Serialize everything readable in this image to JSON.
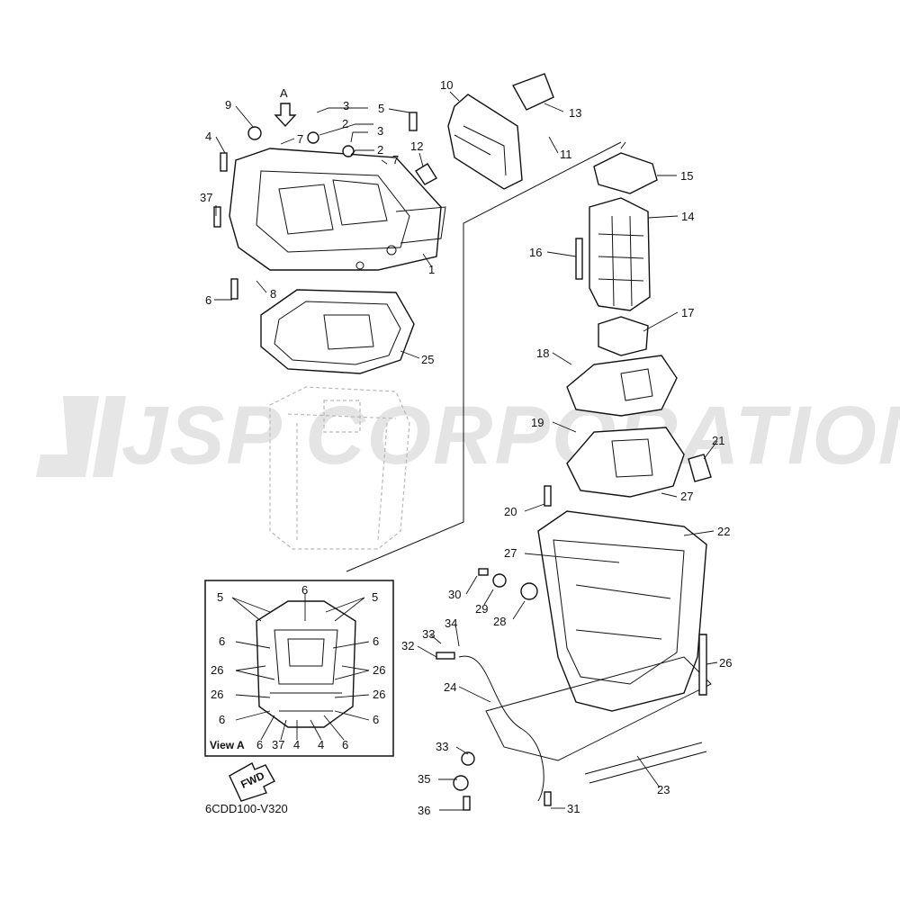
{
  "diagram": {
    "drawing_code": "6CDD100-V320",
    "watermark": "JSP CORPORATION",
    "view_label": "View A",
    "arrow_view": "A",
    "fwd_label": "FWD"
  },
  "callouts": [
    {
      "id": "c1",
      "text": "1"
    },
    {
      "id": "c2a",
      "text": "2"
    },
    {
      "id": "c2b",
      "text": "2"
    },
    {
      "id": "c3a",
      "text": "3"
    },
    {
      "id": "c3b",
      "text": "3"
    },
    {
      "id": "c4",
      "text": "4"
    },
    {
      "id": "c5",
      "text": "5"
    },
    {
      "id": "c6a",
      "text": "6"
    },
    {
      "id": "c7a",
      "text": "7"
    },
    {
      "id": "c7b",
      "text": "7"
    },
    {
      "id": "c8",
      "text": "8"
    },
    {
      "id": "c9",
      "text": "9"
    },
    {
      "id": "c10",
      "text": "10"
    },
    {
      "id": "c11",
      "text": "11"
    },
    {
      "id": "c12",
      "text": "12"
    },
    {
      "id": "c13",
      "text": "13"
    },
    {
      "id": "c14",
      "text": "14"
    },
    {
      "id": "c15",
      "text": "15"
    },
    {
      "id": "c16",
      "text": "16"
    },
    {
      "id": "c17",
      "text": "17"
    },
    {
      "id": "c18",
      "text": "18"
    },
    {
      "id": "c19",
      "text": "19"
    },
    {
      "id": "c20",
      "text": "20"
    },
    {
      "id": "c21",
      "text": "21"
    },
    {
      "id": "c22",
      "text": "22"
    },
    {
      "id": "c23",
      "text": "23"
    },
    {
      "id": "c24",
      "text": "24"
    },
    {
      "id": "c25",
      "text": "25"
    },
    {
      "id": "c26",
      "text": "26"
    },
    {
      "id": "c27a",
      "text": "27"
    },
    {
      "id": "c27b",
      "text": "27"
    },
    {
      "id": "c28",
      "text": "28"
    },
    {
      "id": "c29",
      "text": "29"
    },
    {
      "id": "c30",
      "text": "30"
    },
    {
      "id": "c31",
      "text": "31"
    },
    {
      "id": "c32",
      "text": "32"
    },
    {
      "id": "c33a",
      "text": "33"
    },
    {
      "id": "c33b",
      "text": "33"
    },
    {
      "id": "c34",
      "text": "34"
    },
    {
      "id": "c35",
      "text": "35"
    },
    {
      "id": "c36",
      "text": "36"
    },
    {
      "id": "c37",
      "text": "37"
    }
  ],
  "view_a_callouts": [
    {
      "id": "v5l",
      "text": "5"
    },
    {
      "id": "v6t",
      "text": "6"
    },
    {
      "id": "v5r",
      "text": "5"
    },
    {
      "id": "v6l1",
      "text": "6"
    },
    {
      "id": "v6r1",
      "text": "6"
    },
    {
      "id": "v26l1",
      "text": "26"
    },
    {
      "id": "v26r1",
      "text": "26"
    },
    {
      "id": "v26l2",
      "text": "26"
    },
    {
      "id": "v26r2",
      "text": "26"
    },
    {
      "id": "v6l2",
      "text": "6"
    },
    {
      "id": "v6r2",
      "text": "6"
    },
    {
      "id": "v6b1",
      "text": "6"
    },
    {
      "id": "v37",
      "text": "37"
    },
    {
      "id": "v4a",
      "text": "4"
    },
    {
      "id": "v4b",
      "text": "4"
    },
    {
      "id": "v6b2",
      "text": "6"
    }
  ]
}
